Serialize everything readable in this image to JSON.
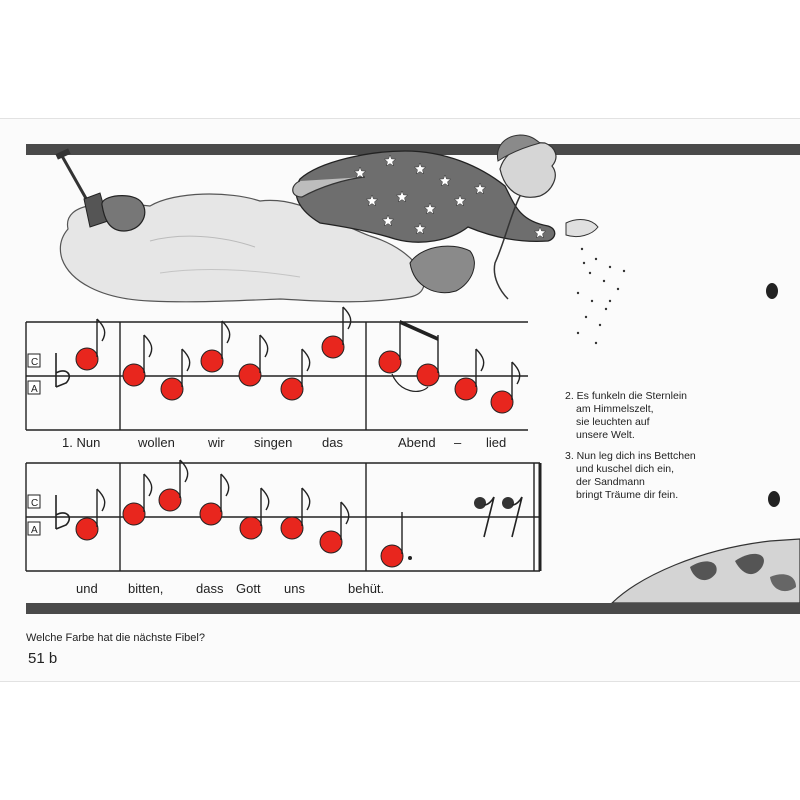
{
  "song": {
    "line1_lyrics": [
      "1. Nun",
      "wollen",
      "wir",
      "singen",
      "das",
      "Abend",
      "–",
      "lied"
    ],
    "line2_lyrics": [
      "und",
      "bitten,",
      "dass",
      "Gott",
      "uns",
      "behüt."
    ],
    "staff_labels": [
      "C",
      "A"
    ],
    "note_fill_color": "#e8261e",
    "stripe_color": "#4a4a4a"
  },
  "verses": {
    "verse2": [
      "2. Es funkeln die Sternlein",
      "am Himmelszelt,",
      "sie leuchten auf",
      "unsere Welt."
    ],
    "verse3": [
      "3. Nun leg dich ins Bettchen",
      "und kuschel dich ein,",
      "der Sandmann",
      "bringt Träume dir fein."
    ]
  },
  "footer": {
    "question": "Welche Farbe hat die nächste Fibel?",
    "page_number": "51 b"
  },
  "illustration": {
    "subject": "sandman-on-cloud",
    "icon": "star-robed-sandman-illustration"
  }
}
